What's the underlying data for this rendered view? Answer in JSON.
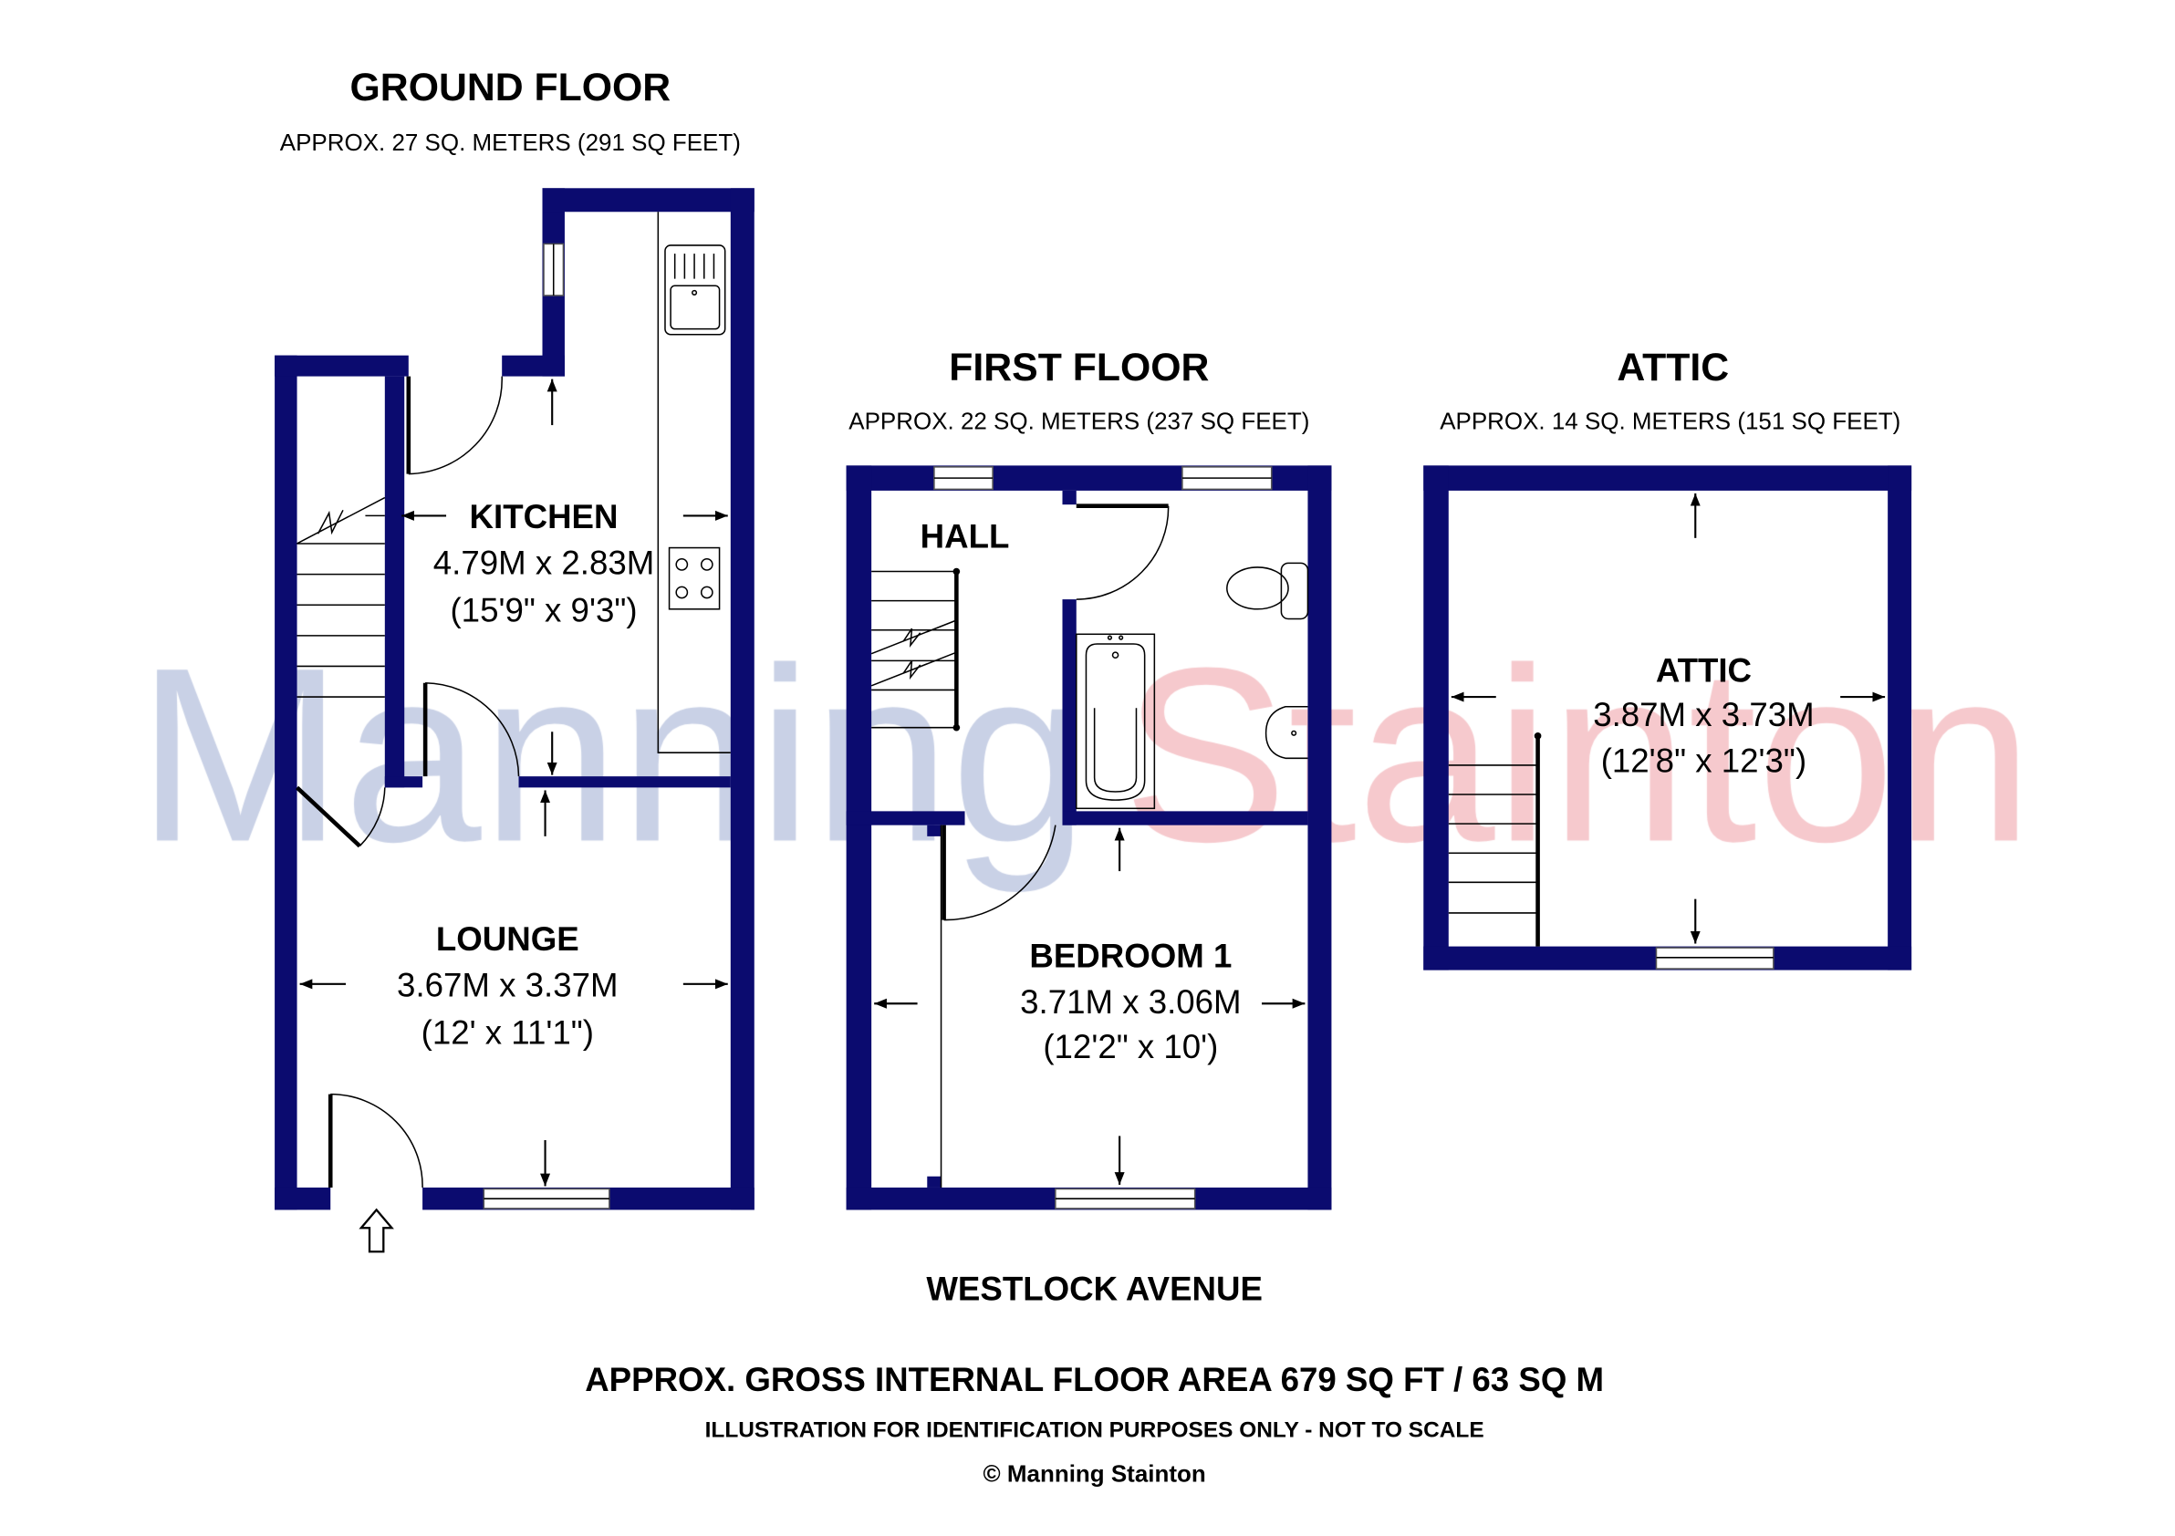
{
  "watermark": {
    "part1": "Manning",
    "part2": "Stainton",
    "color1": "#c9d1e6",
    "color2": "#f6c9cd"
  },
  "colors": {
    "wall": "#0b0b6f"
  },
  "floors": {
    "ground": {
      "title": "GROUND FLOOR",
      "area": "APPROX. 27 SQ. METERS (291 SQ FEET)",
      "rooms": [
        {
          "name": "KITCHEN",
          "metric": "4.79M x 2.83M",
          "imperial": "(15'9\" x 9'3\")"
        },
        {
          "name": "LOUNGE",
          "metric": "3.67M x 3.37M",
          "imperial": "(12' x 11'1\")"
        }
      ]
    },
    "first": {
      "title": "FIRST FLOOR",
      "area": "APPROX. 22 SQ. METERS (237 SQ FEET)",
      "rooms": [
        {
          "name": "HALL"
        },
        {
          "name": "BEDROOM 1",
          "metric": "3.71M x 3.06M",
          "imperial": "(12'2\" x 10')"
        }
      ]
    },
    "attic": {
      "title": "ATTIC",
      "area": "APPROX. 14 SQ. METERS (151 SQ FEET)",
      "rooms": [
        {
          "name": "ATTIC",
          "metric": "3.87M x 3.73M",
          "imperial": "(12'8\" x 12'3\")"
        }
      ]
    }
  },
  "footer": {
    "street": "WESTLOCK AVENUE",
    "gross_area": "APPROX. GROSS INTERNAL FLOOR AREA 679 SQ FT / 63 SQ M",
    "disclaimer": "ILLUSTRATION FOR IDENTIFICATION PURPOSES ONLY - NOT TO SCALE",
    "copyright": "© Manning Stainton"
  }
}
